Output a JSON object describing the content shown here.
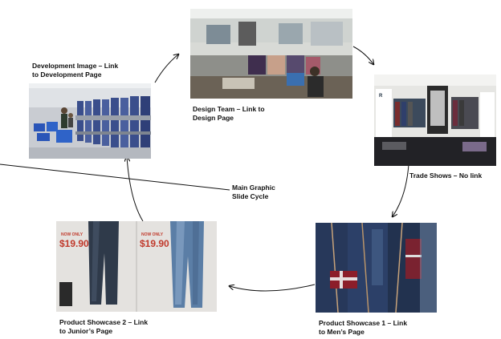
{
  "nodes": {
    "development": {
      "caption_lines": [
        "Development Image – Link",
        "to Development Page"
      ],
      "image_subject": "factory-machines-photo"
    },
    "design_team": {
      "caption_lines": [
        "Design Team – Link to",
        "Design Page"
      ],
      "image_subject": "design-office-photo"
    },
    "trade_shows": {
      "caption_lines": [
        "Trade Shows – No link"
      ],
      "image_subject": "trade-show-booth-photo"
    },
    "showcase_1": {
      "caption_lines": [
        "Product Showcase 1 – Link",
        "to Men’s Page"
      ],
      "image_subject": "mens-jeans-closeup-photo"
    },
    "showcase_2": {
      "caption_lines": [
        "Product Showcase 2 – Link",
        "to Junior’s Page"
      ],
      "image_subject": "juniors-jeans-ad-photo",
      "ad_price_1": "$19.90",
      "ad_price_2": "$19.90",
      "ad_badge": "NOW ONLY"
    }
  },
  "center_label": {
    "lines": [
      "Main Graphic",
      "Slide Cycle"
    ]
  },
  "colors": {
    "arrow": "#111111",
    "caption": "#111111",
    "background": "#ffffff"
  }
}
